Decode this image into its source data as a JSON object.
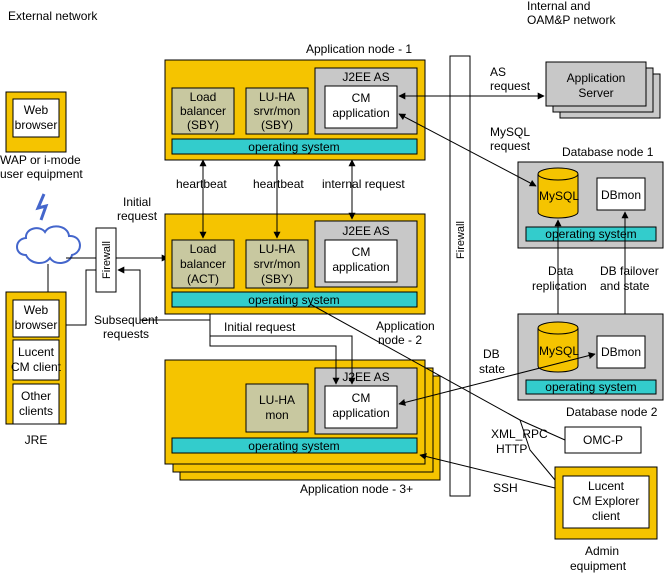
{
  "regions": {
    "external": "External network",
    "internal_1": "Internal and",
    "internal_2": "OAM&P network"
  },
  "nodes": {
    "app1": "Application node - 1",
    "app2_1": "Application",
    "app2_2": "node - 2",
    "app3": "Application node - 3+",
    "db1": "Database node 1",
    "db2": "Database node 2"
  },
  "components": {
    "j2ee": "J2EE AS",
    "cm_1": "CM",
    "cm_2": "application",
    "os": "operating system",
    "lb_1": "Load",
    "lb_2": "balancer",
    "sby": "(SBY)",
    "act": "(ACT)",
    "luha_1": "LU-HA",
    "luha_2": "srvr/mon",
    "mon": "mon",
    "mysql": "MySQL",
    "dbmon": "DBmon",
    "appserver_1": "Application",
    "appserver_2": "Server",
    "omcp": "OMC-P",
    "firewall": "Firewall"
  },
  "clients": {
    "web_1": "Web",
    "web_2": "browser",
    "wap_1": "WAP or i-mode",
    "wap_2": "user equipment",
    "lucent_1": "Lucent",
    "lucent_2": "CM client",
    "other_1": "Other",
    "other_2": "clients",
    "jre": "JRE",
    "explorer_1": "Lucent",
    "explorer_2": "CM Explorer",
    "explorer_3": "client",
    "admin_1": "Admin",
    "admin_2": "equipment"
  },
  "labels": {
    "heartbeat": "heartbeat",
    "internal_request": "internal request",
    "initial_request_1": "Initial",
    "initial_request_2": "request",
    "initial_request": "Initial request",
    "subsequent_1": "Subsequent",
    "subsequent_2": "requests",
    "as_request_1": "AS",
    "as_request_2": "request",
    "mysql_request_1": "MySQL",
    "mysql_request_2": "request",
    "data_repl_1": "Data",
    "data_repl_2": "replication",
    "failover_1": "DB failover",
    "failover_2": "and state",
    "db_state_1": "DB",
    "db_state_2": "state",
    "xml_rpc": "XML_RPC",
    "http": "HTTP",
    "ssh": "SSH"
  },
  "colors": {
    "node_fill": "#f5c400",
    "inner_fill": "#c8c8c8",
    "lb_fill": "#c8c8a0",
    "os_fill": "#33cccc",
    "cylinder_fill": "#f5c400"
  }
}
